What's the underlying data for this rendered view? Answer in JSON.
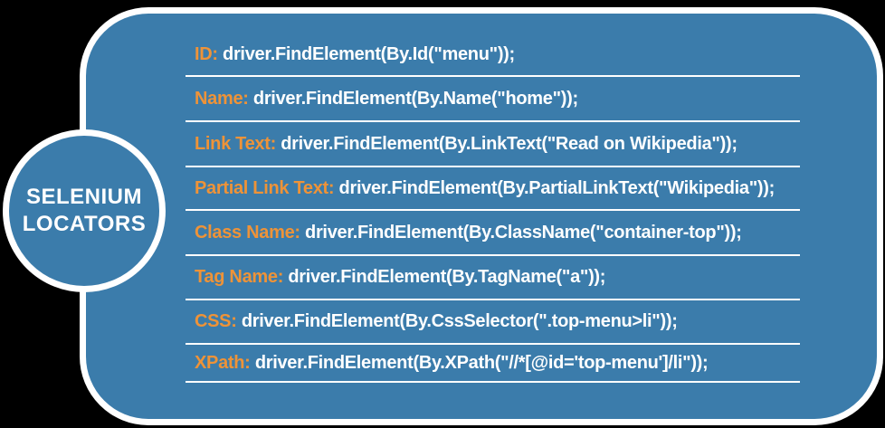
{
  "badge": {
    "line1": "SELENIUM",
    "line2": "LOCATORS"
  },
  "colors": {
    "panel_blue": "#3b7cab",
    "label_orange": "#ee9338",
    "code_white": "#ffffff",
    "outline_white": "#ffffff"
  },
  "rows": [
    {
      "label": "ID:",
      "code": "driver.FindElement(By.Id(\"menu\"));"
    },
    {
      "label": "Name:",
      "code": "driver.FindElement(By.Name(\"home\"));"
    },
    {
      "label": "Link Text:",
      "code": "driver.FindElement(By.LinkText(\"Read on Wikipedia\"));"
    },
    {
      "label": "Partial Link Text:",
      "code": "driver.FindElement(By.PartialLinkText(\"Wikipedia\"));"
    },
    {
      "label": "Class Name:",
      "code": "driver.FindElement(By.ClassName(\"container-top\"));"
    },
    {
      "label": "Tag Name:",
      "code": "driver.FindElement(By.TagName(\"a\"));"
    },
    {
      "label": "CSS:",
      "code": "driver.FindElement(By.CssSelector(\".top-menu>li\"));"
    },
    {
      "label": "XPath:",
      "code": "driver.FindElement(By.XPath(\"//*[@id='top-menu']/li\"));"
    }
  ]
}
